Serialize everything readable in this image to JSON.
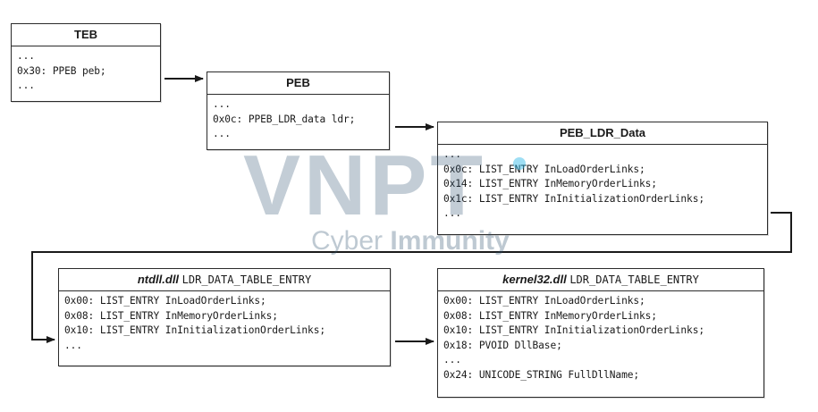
{
  "watermark": {
    "main": "VNPT",
    "sub_light": "Cyber ",
    "sub_bold": "Immunity",
    "dot_color": "#27b6e6"
  },
  "teb": {
    "title": "TEB",
    "rows": [
      "...",
      "0x30: PPEB peb;",
      "..."
    ]
  },
  "peb": {
    "title": "PEB",
    "rows": [
      "...",
      "0x0c: PPEB_LDR_data ldr;",
      "..."
    ]
  },
  "peb_ldr_data": {
    "title": "PEB_LDR_Data",
    "rows": [
      "...",
      "0x0c: LIST_ENTRY InLoadOrderLinks;",
      "0x14: LIST_ENTRY InMemoryOrderLinks;",
      "0x1c: LIST_ENTRY InInitializationOrderLinks;",
      "..."
    ]
  },
  "ntdll_entry": {
    "title_dll": "ntdll.dll",
    "title_struct": "LDR_DATA_TABLE_ENTRY",
    "rows": [
      "0x00: LIST_ENTRY InLoadOrderLinks;",
      "0x08: LIST_ENTRY InMemoryOrderLinks;",
      "0x10: LIST_ENTRY InInitializationOrderLinks;",
      "..."
    ]
  },
  "kernel32_entry": {
    "title_dll": "kernel32.dll",
    "title_struct": "LDR_DATA_TABLE_ENTRY",
    "rows": [
      "0x00: LIST_ENTRY InLoadOrderLinks;",
      "0x08: LIST_ENTRY InMemoryOrderLinks;",
      "0x10: LIST_ENTRY InInitializationOrderLinks;",
      "0x18: PVOID DllBase;",
      "...",
      "0x24: UNICODE_STRING FullDllName;"
    ]
  }
}
